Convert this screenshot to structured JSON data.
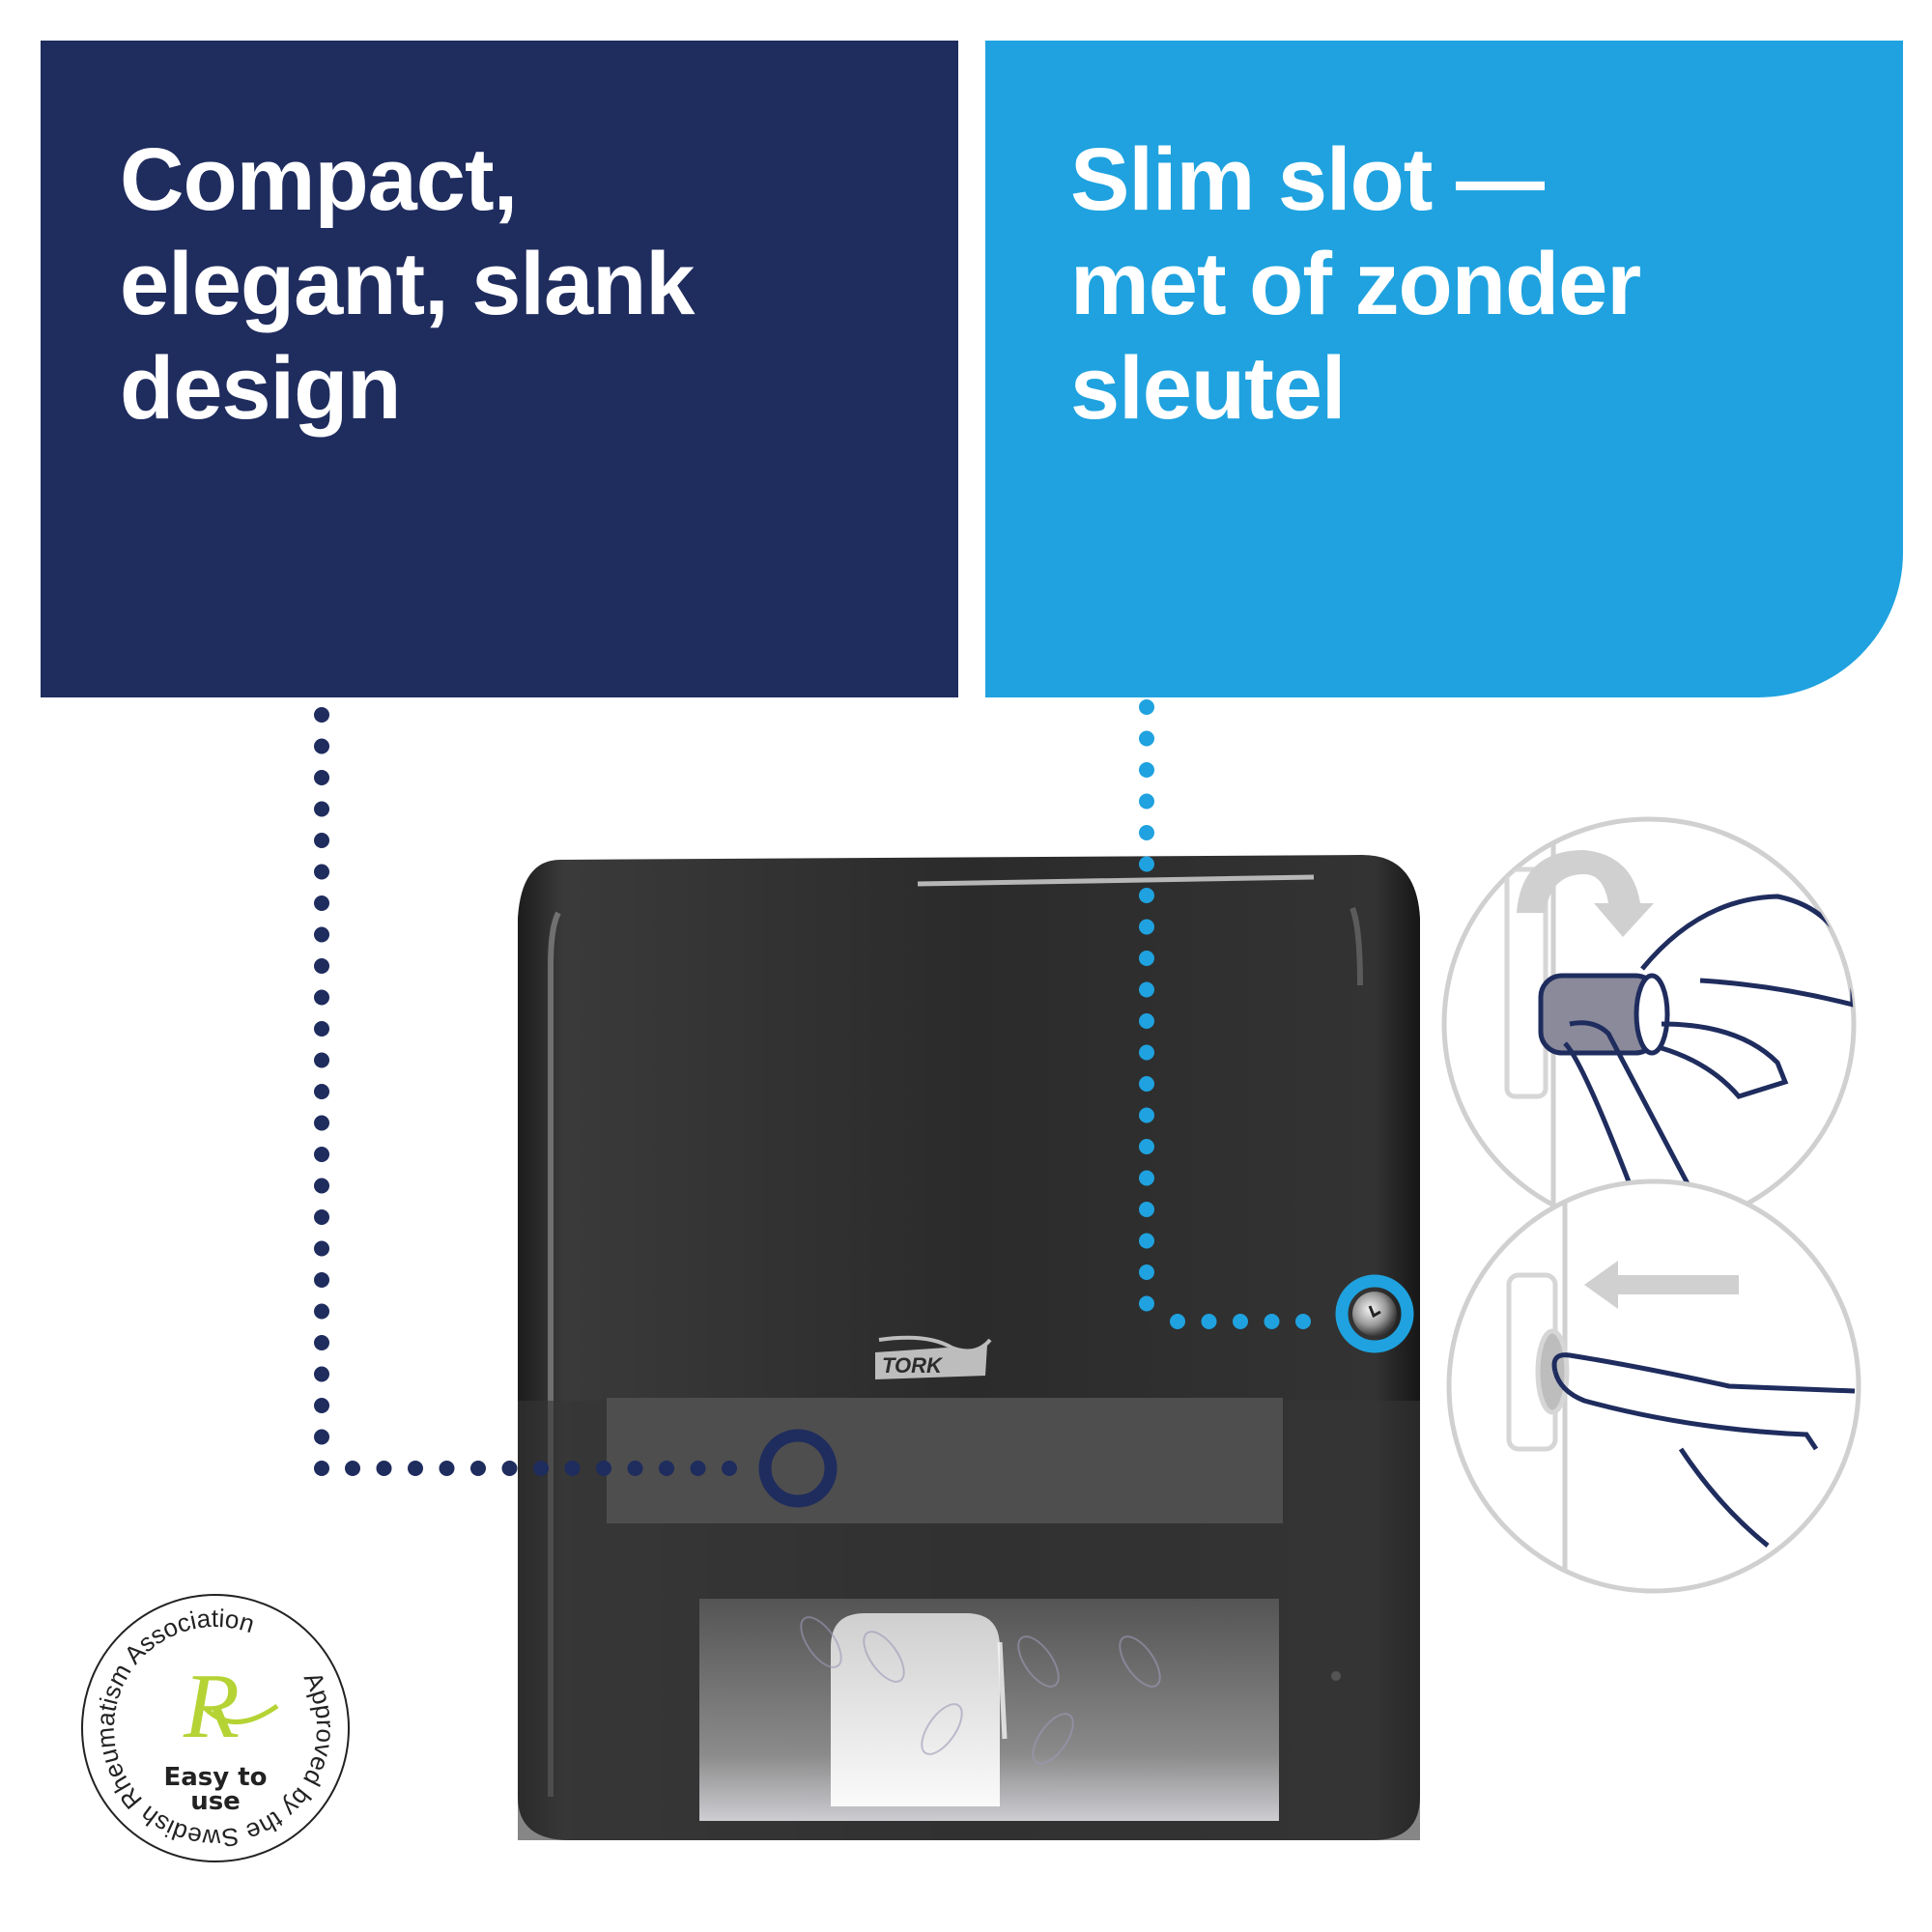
{
  "panels": {
    "left": {
      "lines": [
        "Compact,",
        "elegant, slank",
        "design"
      ],
      "color": "#1f2c5e"
    },
    "right": {
      "lines": [
        "Slim slot —",
        "met of zonder",
        "sleutel"
      ],
      "color": "#1fa2df"
    }
  },
  "product": {
    "brand_logo": "TORK",
    "body_color": "#2b2b2b"
  },
  "callouts": {
    "left_dot_color": "#1f2c5e",
    "right_dot_color": "#1fa2df"
  },
  "instructions": {
    "step1": "key-turn-icon",
    "step2": "push-button-icon"
  },
  "badge": {
    "ring_text": "Approved by the Swedish Rheumatism Association",
    "logo_letter": "R",
    "label_line1": "Easy to",
    "label_line2": "use",
    "accent": "#b5d334"
  }
}
